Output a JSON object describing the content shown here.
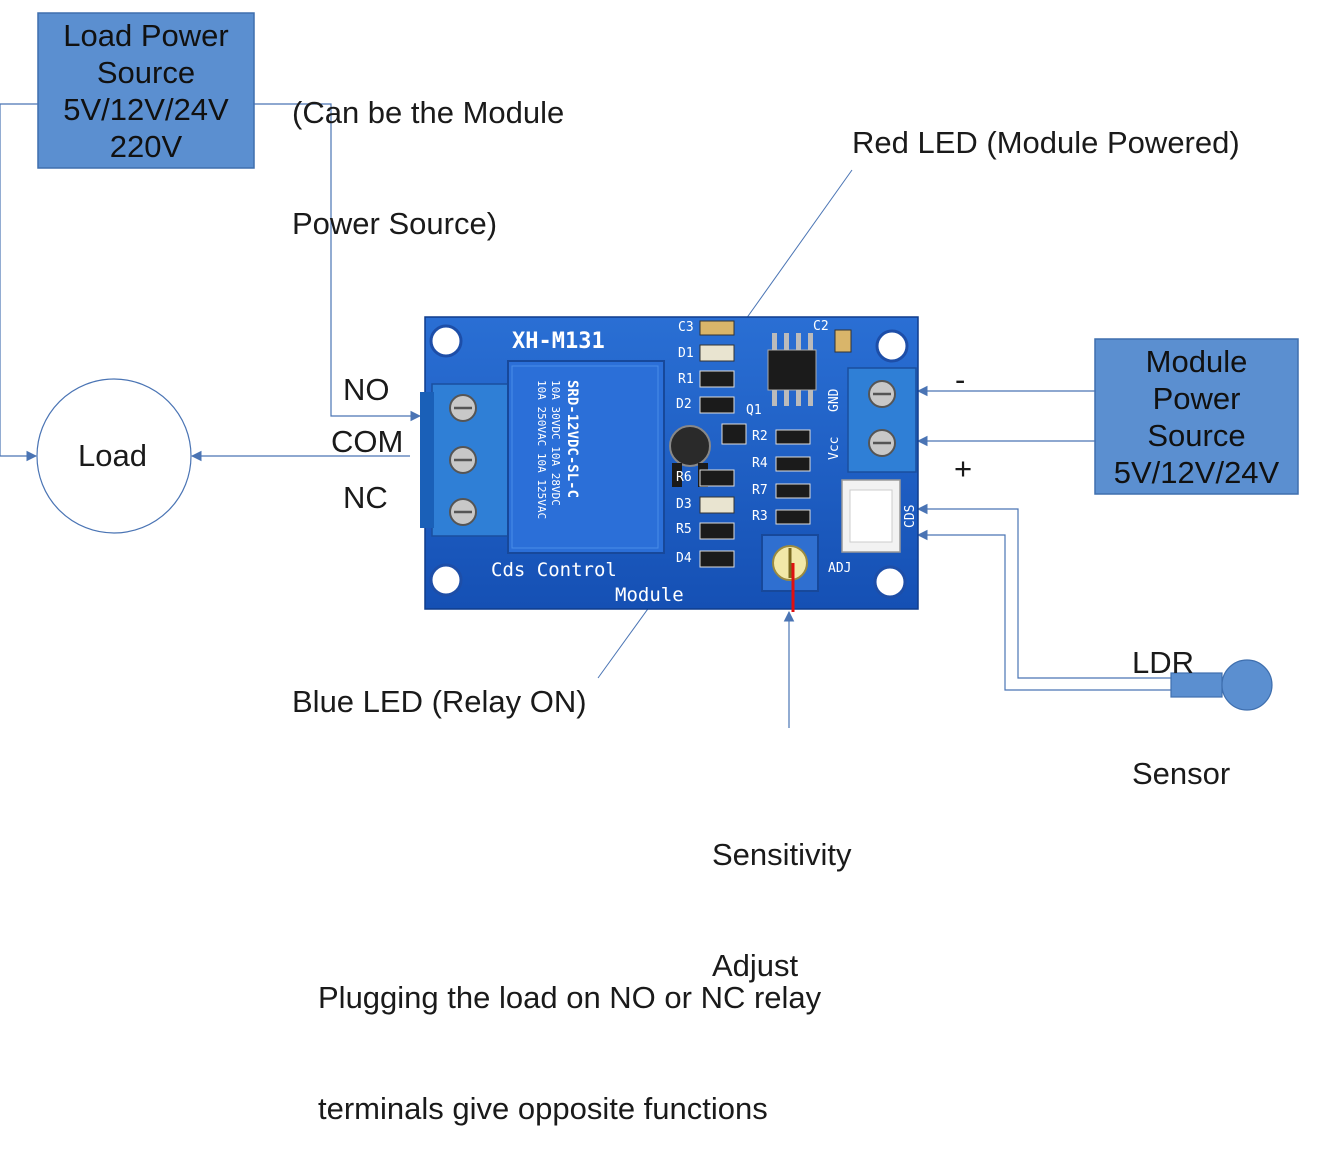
{
  "load_power_source": {
    "lines": [
      "Load Power",
      "Source",
      "5V/12V/24V",
      "220V"
    ]
  },
  "can_be_note": {
    "lines": [
      "(Can be the Module",
      "Power Source)"
    ]
  },
  "red_led_label": "Red LED (Module Powered)",
  "module_power_source": {
    "lines": [
      "Module",
      "Power",
      "Source",
      "5V/12V/24V"
    ]
  },
  "load_label": "Load",
  "relay_terminals": {
    "no": "NO",
    "com": "COM",
    "nc": "NC"
  },
  "power_polarity": {
    "minus": "-",
    "plus": "+"
  },
  "ldr_sensor": {
    "lines": [
      "LDR",
      "Sensor"
    ]
  },
  "blue_led_label": "Blue LED (Relay ON)",
  "sensitivity_adjust": {
    "lines": [
      "Sensitivity",
      "Adjust"
    ]
  },
  "footer_note": {
    "lines": [
      "Plugging the load on NO or NC relay",
      "terminals give opposite functions"
    ]
  },
  "board": {
    "model": "XH-M131",
    "caption_line1": "Cds Control",
    "caption_line2": "Module",
    "relay_text": [
      "10A 250VAC 10A 125VAC",
      "10A 30VDC 10A 28VDC",
      "SRD-12VDC-SL-C"
    ],
    "silkscreen": [
      "C3",
      "D1",
      "R1",
      "D2",
      "R6",
      "D3",
      "R5",
      "D4",
      "C2",
      "Q1",
      "R2",
      "R4",
      "R7",
      "R3",
      "GND",
      "Vcc",
      "CDS",
      "ADJ"
    ]
  },
  "colors": {
    "box_fill": "#5b8fd0",
    "box_stroke": "#3f6fae",
    "wire": "#4a74b4",
    "pcb": "#1f5fc4",
    "terminal_block": "#2f7fd6",
    "relay": "#2b6fd8",
    "adjust_marker": "#e01010",
    "ldr": "#5b8fd0"
  },
  "icons": [
    "arrow-head-icon",
    "screw-terminal-icon",
    "potentiometer-icon",
    "ldr-sensor-icon"
  ]
}
